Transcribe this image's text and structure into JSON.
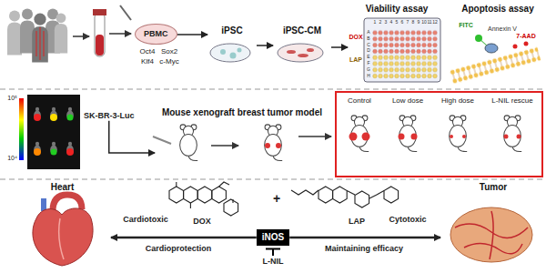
{
  "diagram": {
    "nodes": [
      {
        "text": [
          "PBMC"
        ]
      },
      {
        "text": [
          "iPSC"
        ]
      },
      {
        "text": [
          "iPSC-CM"
        ]
      },
      {
        "text": [
          "Viability assay"
        ]
      },
      {
        "text": [
          "Apoptosis assay"
        ]
      },
      {
        "text": [
          "SK-BR-3-Luc"
        ]
      },
      {
        "text": [
          "Mouse xenograft breast tumor model"
        ]
      },
      {
        "text": [
          "Heart"
        ]
      },
      {
        "text": [
          "iNOS"
        ]
      },
      {
        "text": [
          "Tumor"
        ]
      }
    ],
    "edges": [
      {
        "from": 0,
        "to": 1,
        "arrow": "to"
      },
      {
        "from": 1,
        "to": 2,
        "arrow": "to"
      },
      {
        "from": 2,
        "to": 3,
        "arrow": "to"
      },
      {
        "from": 5,
        "to": 6,
        "arrow": "to"
      },
      {
        "from": 8,
        "to": 7,
        "arrow": "to"
      },
      {
        "from": 8,
        "to": 9,
        "arrow": "to"
      }
    ],
    "labels": [
      "Oct4",
      "Sox2",
      "Klf4",
      "c-Myc",
      "DOX",
      "LAP",
      "1",
      "2",
      "3",
      "4",
      "5",
      "6",
      "7",
      "8",
      "9",
      "10",
      "11",
      "12",
      "A",
      "B",
      "C",
      "D",
      "E",
      "F",
      "G",
      "H",
      "FITC",
      "Annexin V",
      "7-AAD",
      "10⁵",
      "10⁴",
      "Control",
      "Low dose",
      "High dose",
      "L-NIL rescue",
      "DOX",
      "+",
      "LAP",
      "Cardiotoxic",
      "Cardioprotection",
      "Cytotoxic",
      "Maintaining efficacy",
      "L-NIL"
    ]
  }
}
